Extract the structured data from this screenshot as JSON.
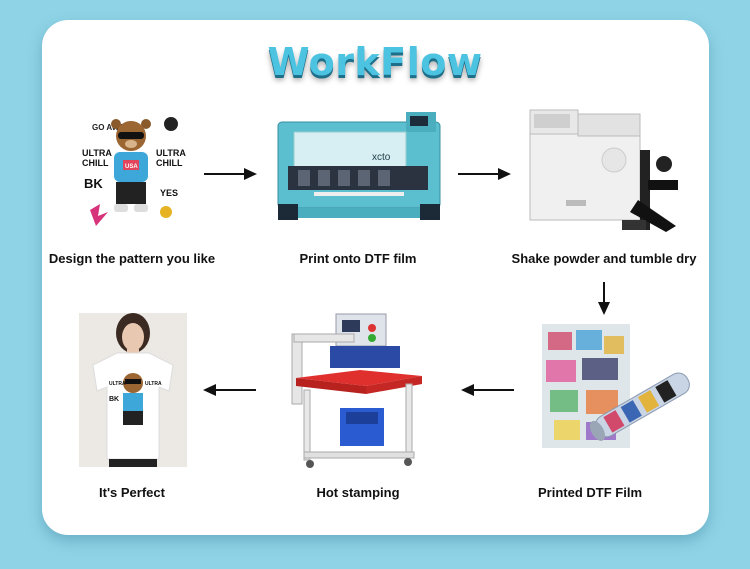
{
  "title": "WorkFlow",
  "steps": [
    {
      "label": "Design the pattern you like",
      "image": "bear-design-print-artwork"
    },
    {
      "label": "Print onto DTF film",
      "image": "dtf-printer-machine"
    },
    {
      "label": "Shake powder and tumble dry",
      "image": "powder-shaker-dryer-machine"
    },
    {
      "label": "Printed DTF Film",
      "image": "printed-film-roll"
    },
    {
      "label": "Hot stamping",
      "image": "heat-press-machine"
    },
    {
      "label": "It's Perfect",
      "image": "model-wearing-printed-tshirt"
    }
  ],
  "printer_brand": "xcto",
  "design_text": {
    "go_away": "GO AWAY",
    "ultra_chill": "ULTRA CHILL",
    "bk": "BK",
    "yes": "YES",
    "usa": "USA"
  },
  "colors": {
    "background": "#8fd3e6",
    "card": "#ffffff",
    "title": "#4cc3e0",
    "printer": "#5bbfd0",
    "press_plate": "#e0302e"
  }
}
